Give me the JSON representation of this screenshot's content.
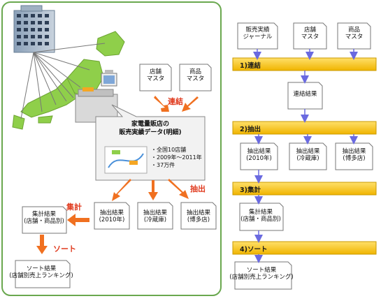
{
  "left_panel": {
    "labels": {
      "store_master": "店舗\nマスタ",
      "product_master": "商品\nマスタ",
      "join_red": "連結",
      "extract_red": "抽出",
      "aggregate_red": "集計",
      "sort_red": "ソート"
    },
    "callout": {
      "title_line1": "家電量販店の",
      "title_line2": "販売実績データ(明細)",
      "bullets": [
        "・全国10店舗",
        "・2009年～2011年",
        "・37万件"
      ]
    },
    "results": {
      "r2010": "抽出結果\n(2010年)",
      "fridge": "抽出結果\n(冷蔵庫)",
      "hakata": "抽出結果\n(博多店)",
      "agg": "集計結果\n(店舗・商品別)",
      "sort": "ソート結果\n(店舗別売上ランキング)"
    }
  },
  "right_panel": {
    "inputs": [
      "販売実績\nジャーナル",
      "店舗\nマスタ",
      "商品\nマスタ"
    ],
    "steps": [
      "1)連結",
      "2)抽出",
      "3)集計",
      "4)ソート"
    ],
    "join_result": "連結結果",
    "extract_results": [
      "抽出結果\n(2010年)",
      "抽出結果\n(冷蔵庫)",
      "抽出結果\n(博多店)"
    ],
    "agg_result": "集計結果\n(店舗・商品別)",
    "sort_result": "ソート結果\n(店舗別売上ランキング)"
  },
  "colors": {
    "panel_border": "#6aa84f",
    "orange_arrow": "#f07020",
    "step_bar": "#f4c20d",
    "blue_arrow": "#6a6ae0",
    "japan": "#8fcf4a",
    "callout_fill": "#f2f2f2"
  }
}
